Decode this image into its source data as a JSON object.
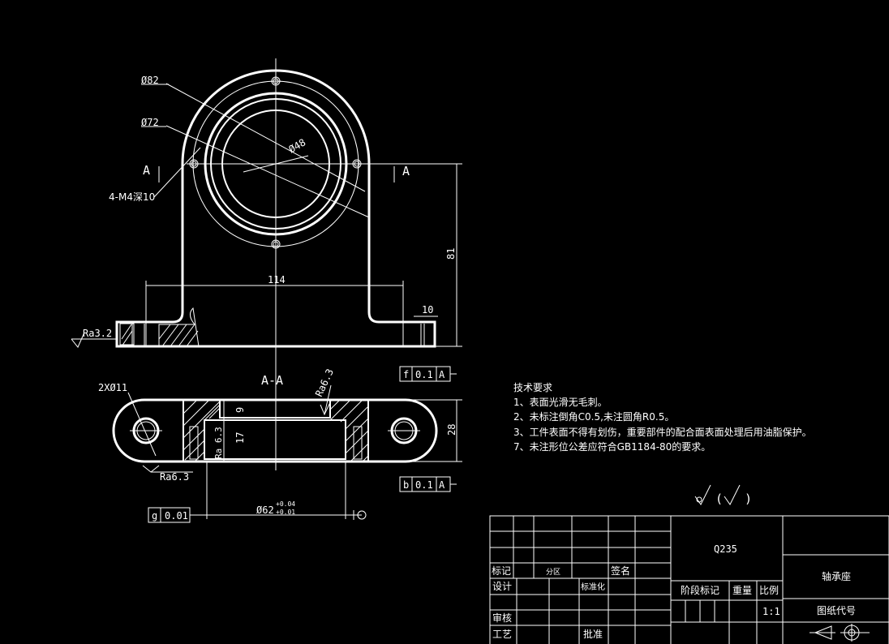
{
  "front_view": {
    "dia_82": "Ø82",
    "dia_72": "Ø72",
    "dia_48": "Ø48",
    "section_left": "A",
    "section_right": "A",
    "threaded_holes": "4-M4深10",
    "width_114": "114",
    "height_81": "81",
    "foot_10": "10",
    "roughness_base": "Ra3.2",
    "tol_f_symbol": "f",
    "tol_f_value": "0.1",
    "tol_f_datum": "A"
  },
  "section_view": {
    "title": "A-A",
    "holes": "2XØ11",
    "roughness_top": "Ra6.3",
    "roughness_inner": "Ra 6.3",
    "roughness_bottom": "Ra6.3",
    "dim_9": "9",
    "dim_17": "17",
    "dim_28": "28",
    "dim_62": "Ø62",
    "tol_upper": "+0.04",
    "tol_lower": "+0.01",
    "tol_g_symbol": "g",
    "tol_g_value": "0.01",
    "tol_b_symbol": "b",
    "tol_b_value": "0.1",
    "tol_b_datum": "A"
  },
  "notes": {
    "heading": "技术要求",
    "items": [
      "1、表面光滑无毛刺。",
      "2、未标注倒角C0.5,未注圆角R0.5。",
      "3、工件表面不得有划伤，重要部件的配合面表面处理后用油脂保护。",
      "7、未注形位公差应符合GB1184-80的要求。"
    ]
  },
  "roughness_general": "(",
  "roughness_general_close": ")",
  "title_block": {
    "material": "Q235",
    "part_name": "轴承座",
    "drawing_code_label": "图纸代号",
    "mark": "标记",
    "zone": "分区",
    "signature": "签名",
    "design": "设计",
    "standardization": "标准化",
    "review": "审核",
    "process": "工艺",
    "approve": "批准",
    "stage_mark": "阶段标记",
    "weight": "重量",
    "scale_label": "比例",
    "scale_value": "1:1"
  }
}
